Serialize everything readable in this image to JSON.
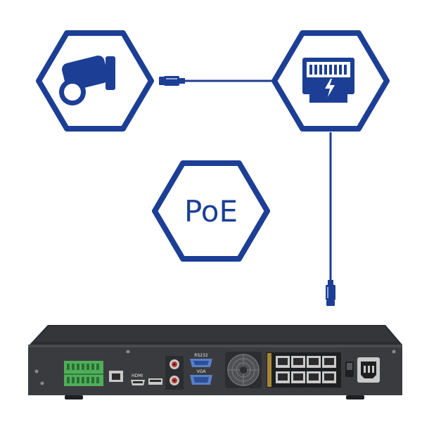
{
  "colors": {
    "primary": "#1c3f95",
    "nvr_body": "#3a3b3e",
    "terminal_green": "#4fae5a",
    "port_gray": "#c9c9c9"
  },
  "nodes": {
    "camera": {
      "icon": "bullet-camera-icon"
    },
    "switch": {
      "icon": "ethernet-port-power-icon"
    },
    "poe": {
      "label": "PoE"
    }
  },
  "nvr": {
    "labels": {
      "hdmi": "HDMI",
      "rs232": "RS232",
      "vga": "VGA"
    },
    "poe_port_count": 8
  }
}
